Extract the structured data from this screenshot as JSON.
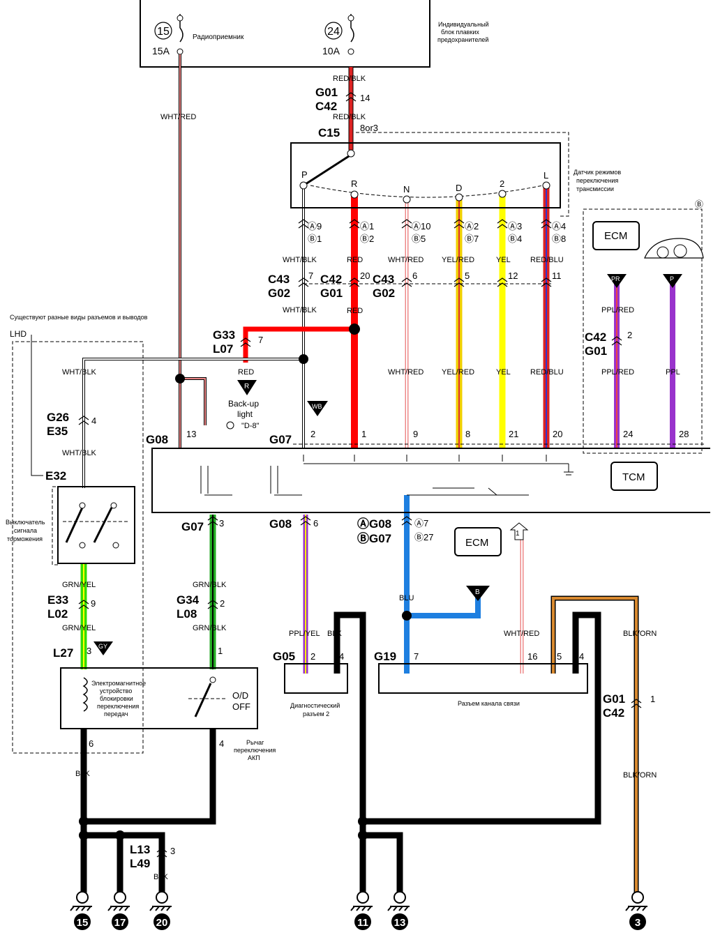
{
  "fuse_block": {
    "fuse15_num": "15",
    "fuse15_rating": "15A",
    "fuse15_name": "Радиоприемник",
    "fuse24_num": "24",
    "fuse24_rating": "10A",
    "title_l1": "Индивидуальный",
    "title_l2": "блок плавких",
    "title_l3": "предохранителей"
  },
  "connectors": {
    "g01_top": "G01",
    "c42_top": "C42",
    "c15": "C15",
    "c43_a": "C43",
    "g02_a": "G02",
    "c42_mid": "C42",
    "g01_mid": "G01",
    "c43_b": "C43",
    "g02_b": "G02",
    "g33": "G33",
    "l07": "L07",
    "g26": "G26",
    "e35": "E35",
    "e32": "E32",
    "g08_top": "G08",
    "g07_top": "G07",
    "c42_r": "C42",
    "g01_r": "G01",
    "g07_low": "G07",
    "g08_low": "G08",
    "a_g08": "ⒶG08",
    "b_g07": "ⒷG07",
    "e33": "E33",
    "l02": "L02",
    "g34": "G34",
    "l08": "L08",
    "l27": "L27",
    "g05": "G05",
    "g19": "G19",
    "g01_low": "G01",
    "c42_low": "C42",
    "l13": "L13",
    "l49": "L49"
  },
  "wires": {
    "wht_red": "WHT/RED",
    "red_blk": "RED/BLK",
    "red_blk2": "RED/BLK",
    "wht_blk": "WHT/BLK",
    "red": "RED",
    "wht_red2": "WHT/RED",
    "yel_red": "YEL/RED",
    "yel": "YEL",
    "red_blu": "RED/BLU",
    "wht_blk2": "WHT/BLK",
    "red2": "RED",
    "red3": "RED",
    "wht_blk3": "WHT/BLK",
    "wht_red3": "WHT/RED",
    "yel_red2": "YEL/RED",
    "yel2": "YEL",
    "red_blu2": "RED/BLU",
    "ppl_red": "PPL/RED",
    "ppl_red2": "PPL/RED",
    "ppl": "PPL",
    "wht_blk4": "WHT/BLK",
    "wht_blk5": "WHT/BLK",
    "grn_yel": "GRN/YEL",
    "grn_yel2": "GRN/YEL",
    "grn_blk": "GRN/BLK",
    "grn_blk2": "GRN/BLK",
    "ppl_yel": "PPL/YEL",
    "blk": "BLK",
    "blu": "BLU",
    "wht_red4": "WHT/RED",
    "blk_orn": "BLK/ORN",
    "blk_orn2": "BLK/ORN",
    "blk2": "BLK",
    "blk3": "BLK"
  },
  "pins": {
    "p14": "14",
    "p8or3": "8or3",
    "s_p": "P",
    "s_r": "R",
    "s_n": "N",
    "s_d": "D",
    "s_2": "2",
    "s_l": "L",
    "a9": "Ⓐ9",
    "b1": "Ⓑ1",
    "a1": "Ⓐ1",
    "b2": "Ⓑ2",
    "a10": "Ⓐ10",
    "b5": "Ⓑ5",
    "a2": "Ⓐ2",
    "b7": "Ⓑ7",
    "a3": "Ⓐ3",
    "b4": "Ⓑ4",
    "a4": "Ⓐ4",
    "b8": "Ⓑ8",
    "c7": "7",
    "c20": "20",
    "c6": "6",
    "c5": "5",
    "c12": "12",
    "c11": "11",
    "g33_7": "7",
    "g26_4": "4",
    "c42r_2": "2",
    "t13": "13",
    "t2": "2",
    "t1": "1",
    "t9": "9",
    "t8": "8",
    "t21": "21",
    "t20": "20",
    "t24": "24",
    "t28": "28",
    "g07_3": "3",
    "g08_6": "6",
    "a7": "Ⓐ7",
    "b27": "Ⓑ27",
    "e33_9": "9",
    "g34_2": "2",
    "l27_3": "3",
    "g34_1": "1",
    "g05_2": "2",
    "g05_4": "4",
    "g19_7": "7",
    "g19_16": "16",
    "g19_5": "5",
    "g19_4": "4",
    "g01_1": "1",
    "sw_6": "6",
    "sw_4": "4",
    "l13_3": "3"
  },
  "labels": {
    "tr_sensor_l1": "Датчик режимов",
    "tr_sensor_l2": "переключения",
    "tr_sensor_l3": "трансмиссии",
    "ecm": "ECM",
    "ecm2": "ECM",
    "tcm": "TCM",
    "b_mark": "Ⓑ",
    "pr": "PR",
    "p": "P",
    "r": "R",
    "wb": "WB",
    "gy": "GY",
    "b": "B",
    "backup1": "Back-up",
    "backup2": "light",
    "d8": "\"D-8\"",
    "variants": "Существуют разные виды разъемов и выводов",
    "lhd": "LHD",
    "brake_l1": "Выключатель",
    "brake_l2": "сигнала",
    "brake_l3": "торможения",
    "sol_l1": "Электромагнитное",
    "sol_l2": "устройство",
    "sol_l3": "блокировки",
    "sol_l4": "переключения",
    "sol_l5": "передач",
    "od": "O/D",
    "off": "OFF",
    "lever_l1": "Рычаг",
    "lever_l2": "переключения",
    "lever_l3": "АКП",
    "diag_l1": "Диагностический",
    "diag_l2": "разъем 2",
    "dlc": "Разъем канала связи",
    "arrow1": "1"
  },
  "grounds": [
    "15",
    "17",
    "20",
    "11",
    "13",
    "3"
  ]
}
